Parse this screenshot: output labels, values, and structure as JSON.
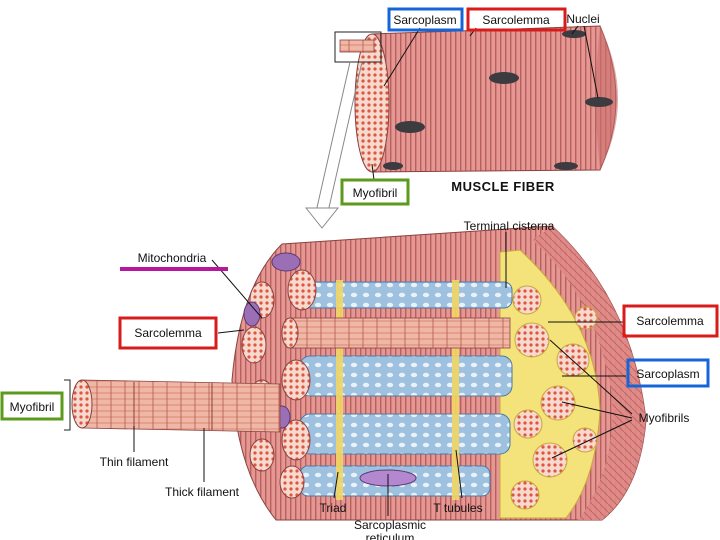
{
  "labels": {
    "sarcoplasm_top": "Sarcoplasm",
    "sarcolemma_top": "Sarcolemma",
    "nuclei": "Nuclei",
    "myofibril_top": "Myofibril",
    "muscle_fiber": "MUSCLE FIBER",
    "terminal_cisterna": "Terminal cisterna",
    "mitochondria": "Mitochondria",
    "sarcolemma_left": "Sarcolemma",
    "sarcolemma_right": "Sarcolemma",
    "sarcoplasm_right": "Sarcoplasm",
    "myofibril_left": "Myofibril",
    "myofibrils": "Myofibrils",
    "thin_filament": "Thin filament",
    "thick_filament": "Thick filament",
    "triad": "Triad",
    "t_tubules": "T tubules",
    "sarcoplasmic_reticulum_line1": "Sarcoplasmic",
    "sarcoplasmic_reticulum_line2": "reticulum"
  },
  "colors": {
    "box_blue": "#1565d8",
    "box_red": "#d81b1b",
    "box_green": "#5b9a1c",
    "bar_magenta": "#b5179e",
    "muscle_pink": "#e2908e",
    "muscle_stripe": "#b85a58",
    "sr_blue": "#8fb4d6",
    "sarcoplasm_yellow": "#f4e27a",
    "myofibril_dot": "#e76a4f"
  }
}
